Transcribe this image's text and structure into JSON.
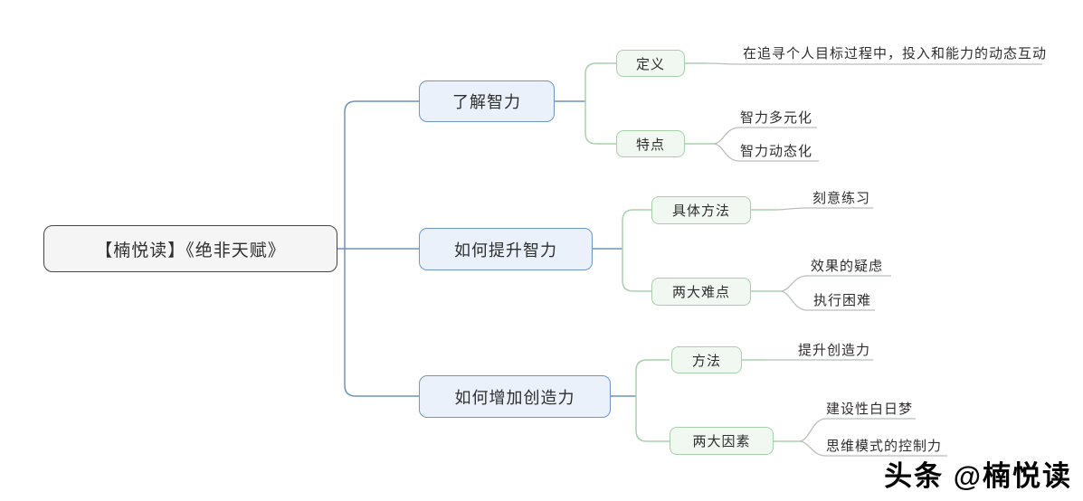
{
  "root": {
    "label": "【楠悦读】《绝非天赋》"
  },
  "branches": [
    {
      "label": "了解智力",
      "children": [
        {
          "label": "定义",
          "leaves": [
            "在追寻个人目标过程中，投入和能力的动态互动"
          ]
        },
        {
          "label": "特点",
          "leaves": [
            "智力多元化",
            "智力动态化"
          ]
        }
      ]
    },
    {
      "label": "如何提升智力",
      "children": [
        {
          "label": "具体方法",
          "leaves": [
            "刻意练习"
          ]
        },
        {
          "label": "两大难点",
          "leaves": [
            "效果的疑虑",
            "执行困难"
          ]
        }
      ]
    },
    {
      "label": "如何增加创造力",
      "children": [
        {
          "label": "方法",
          "leaves": [
            "提升创造力"
          ]
        },
        {
          "label": "两大因素",
          "leaves": [
            "建设性白日梦",
            "思维模式的控制力"
          ]
        }
      ]
    }
  ],
  "watermark": "头条 @楠悦读",
  "colors": {
    "root_border": "#454545",
    "root_fill": "#f5f5f5",
    "branch_border": "#6e96c6",
    "branch_fill": "#eaf1fa",
    "sub_border": "#a6cfaa",
    "sub_fill": "#f1f8f2",
    "line_blue": "#6b93bf",
    "line_green": "#a9d0ae",
    "line_gray": "#b9bfb9"
  }
}
